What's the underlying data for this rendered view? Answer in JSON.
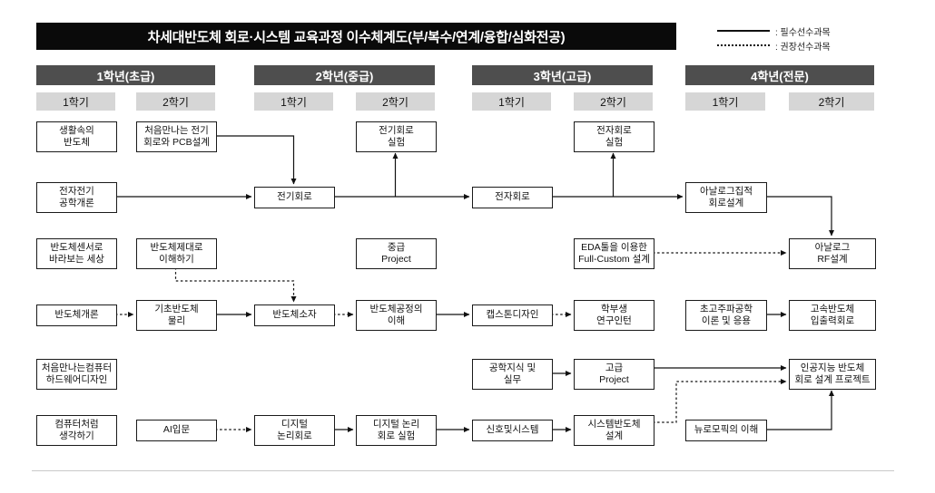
{
  "title": "차세대반도체 회로·시스템 교육과정 이수체계도(부/복수/연계/융합/심화전공)",
  "legend": {
    "required": ": 필수선수과목",
    "recommended": ": 권장선수과목"
  },
  "years": [
    {
      "label": "1학년(초급)",
      "semesters": [
        "1학기",
        "2학기"
      ]
    },
    {
      "label": "2학년(중급)",
      "semesters": [
        "1학기",
        "2학기"
      ]
    },
    {
      "label": "3학년(고급)",
      "semesters": [
        "1학기",
        "2학기"
      ]
    },
    {
      "label": "4학년(전문)",
      "semesters": [
        "1학기",
        "2학기"
      ]
    }
  ],
  "colors": {
    "title_banner": "#0a0a0a",
    "year_header": "#4e4e4e",
    "semester_header": "#d6d6d6",
    "box_border": "#1a1a1a",
    "line": "#111111"
  },
  "courses": [
    {
      "id": "living-semiconductor",
      "label": "생활속의\n반도체"
    },
    {
      "id": "first-circuits-pcb",
      "label": "처음만나는 전기\n회로와 PCB설계"
    },
    {
      "id": "electric-circuits-lab",
      "label": "전기회로\n실험"
    },
    {
      "id": "electronic-circuits-lab",
      "label": "전자회로\n실험"
    },
    {
      "id": "intro-ee",
      "label": "전자전기\n공학개론"
    },
    {
      "id": "electric-circuits",
      "label": "전기회로"
    },
    {
      "id": "electronic-circuits",
      "label": "전자회로"
    },
    {
      "id": "analog-ic-design",
      "label": "아날로그집적\n회로설계"
    },
    {
      "id": "world-through-sensors",
      "label": "반도체센서로\n바라보는 세상"
    },
    {
      "id": "understanding-semiconductors",
      "label": "반도체제대로\n이해하기"
    },
    {
      "id": "intermediate-project",
      "label": "중급\nProject"
    },
    {
      "id": "eda-full-custom",
      "label": "EDA툴을 이용한\nFull-Custom 설계"
    },
    {
      "id": "analog-rf-design",
      "label": "아날로그\nRF설계"
    },
    {
      "id": "intro-semiconductor",
      "label": "반도체개론"
    },
    {
      "id": "basic-semiconductor-physics",
      "label": "기초반도체\n물리"
    },
    {
      "id": "semiconductor-devices",
      "label": "반도체소자"
    },
    {
      "id": "semiconductor-process",
      "label": "반도체공정의\n이해"
    },
    {
      "id": "capstone-design",
      "label": "캡스톤디자인"
    },
    {
      "id": "undergrad-research-intern",
      "label": "학부생\n연구인턴"
    },
    {
      "id": "microwave-theory",
      "label": "초고주파공학\n이론 및 응용"
    },
    {
      "id": "high-speed-io",
      "label": "고속반도체\n입출력회로"
    },
    {
      "id": "first-computer-hw-design",
      "label": "처음만나는컴퓨터\n하드웨어디자인"
    },
    {
      "id": "engineering-practice",
      "label": "공학지식 및\n실무"
    },
    {
      "id": "advanced-project",
      "label": "고급\nProject"
    },
    {
      "id": "ai-semiconductor-project",
      "label": "인공지능 반도체\n회로 설계 프로젝트"
    },
    {
      "id": "think-like-computer",
      "label": "컴퓨터처럼\n생각하기"
    },
    {
      "id": "intro-ai",
      "label": "AI입문"
    },
    {
      "id": "digital-logic",
      "label": "디지털\n논리회로"
    },
    {
      "id": "digital-logic-lab",
      "label": "디지털 논리\n회로 실험"
    },
    {
      "id": "signals-systems",
      "label": "신호및시스템"
    },
    {
      "id": "system-semiconductor-design",
      "label": "시스템반도체\n설계"
    },
    {
      "id": "neuromorphic",
      "label": "뉴로모픽의 이해"
    }
  ],
  "edges": [
    {
      "from": "처음만나는 전기 회로와 PCB설계",
      "to": "전기회로",
      "type": "required"
    },
    {
      "from": "전자전기 공학개론",
      "to": "전기회로",
      "type": "required"
    },
    {
      "from": "전기회로",
      "to": "전기회로 실험",
      "type": "required"
    },
    {
      "from": "전기회로",
      "to": "전자회로",
      "type": "required"
    },
    {
      "from": "전자회로",
      "to": "전자회로 실험",
      "type": "required"
    },
    {
      "from": "전자회로",
      "to": "아날로그집적 회로설계",
      "type": "required"
    },
    {
      "from": "아날로그집적 회로설계",
      "to": "아날로그 RF설계",
      "type": "required"
    },
    {
      "from": "기초반도체 물리",
      "to": "반도체소자",
      "type": "required"
    },
    {
      "from": "반도체공정의 이해",
      "to": "캡스톤디자인",
      "type": "required"
    },
    {
      "from": "초고주파공학 이론 및 응용",
      "to": "고속반도체 입출력회로",
      "type": "required"
    },
    {
      "from": "공학지식 및 실무",
      "to": "고급 Project",
      "type": "required"
    },
    {
      "from": "고급 Project",
      "to": "인공지능 반도체 회로 설계 프로젝트",
      "type": "required"
    },
    {
      "from": "뉴로모픽의 이해",
      "to": "인공지능 반도체 회로 설계 프로젝트",
      "type": "required"
    },
    {
      "from": "디지털 논리회로",
      "to": "디지털 논리 회로 실험",
      "type": "required"
    },
    {
      "from": "디지털 논리 회로 실험",
      "to": "신호및시스템",
      "type": "required"
    },
    {
      "from": "신호및시스템",
      "to": "시스템반도체 설계",
      "type": "required"
    },
    {
      "from": "반도체개론",
      "to": "기초반도체 물리",
      "type": "recommended"
    },
    {
      "from": "반도체제대로 이해하기",
      "to": "반도체소자",
      "type": "recommended"
    },
    {
      "from": "반도체소자",
      "to": "반도체공정의 이해",
      "type": "recommended"
    },
    {
      "from": "캡스톤디자인",
      "to": "학부생 연구인턴",
      "type": "recommended"
    },
    {
      "from": "EDA툴을 이용한 Full-Custom 설계",
      "to": "아날로그 RF설계",
      "type": "recommended"
    },
    {
      "from": "AI입문",
      "to": "디지털 논리회로",
      "type": "recommended"
    },
    {
      "from": "시스템반도체 설계",
      "to": "인공지능 반도체 회로 설계 프로젝트",
      "type": "recommended"
    }
  ]
}
